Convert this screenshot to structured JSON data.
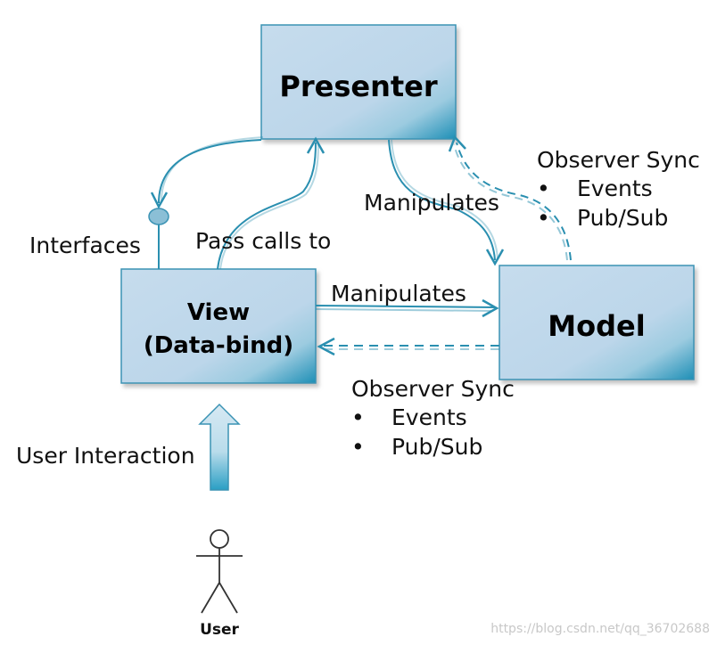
{
  "nodes": {
    "presenter": {
      "label": "Presenter"
    },
    "view": {
      "line1": "View",
      "line2": "(Data-bind)"
    },
    "model": {
      "label": "Model"
    }
  },
  "edges": {
    "interfaces": "Interfaces",
    "pass_calls_to": "Pass calls to",
    "manipulates_presenter_model": "Manipulates",
    "manipulates_view_model": "Manipulates",
    "user_interaction": "User Interaction"
  },
  "observer_top": {
    "title": "Observer Sync",
    "items": [
      "Events",
      "Pub/Sub"
    ]
  },
  "observer_bottom": {
    "title": "Observer Sync",
    "items": [
      "Events",
      "Pub/Sub"
    ]
  },
  "actor": {
    "label": "User"
  },
  "watermark": "https://blog.csdn.net/qq_36702688",
  "colors": {
    "box_light": "#c6dced",
    "box_dark": "#2a95b8",
    "arrow": "#2a8fb0",
    "box_border": "#3b93b4"
  }
}
